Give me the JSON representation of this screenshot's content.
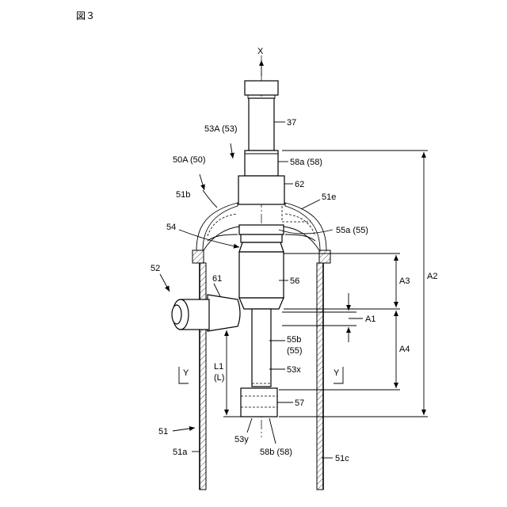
{
  "figure_title": "図３",
  "axis_label": "X",
  "labels": {
    "l37": "37",
    "l53A": "53A (53)",
    "l58a": "58a (58)",
    "l50A": "50A (50)",
    "l62": "62",
    "l51e": "51e",
    "l51b": "51b",
    "l54": "54",
    "l55a": "55a (55)",
    "l52": "52",
    "l61": "61",
    "l56": "56",
    "lA3": "A3",
    "lA2": "A2",
    "lA1": "A1",
    "l55b": "55b",
    "l55p": "(55)",
    "lA4": "A4",
    "lY1": "Y",
    "lY2": "Y",
    "lL1": "L1",
    "lL": "(L)",
    "l53x": "53x",
    "l57": "57",
    "l51": "51",
    "l53y": "53y",
    "l58b": "58b (58)",
    "l51a": "51a",
    "l51c": "51c"
  }
}
